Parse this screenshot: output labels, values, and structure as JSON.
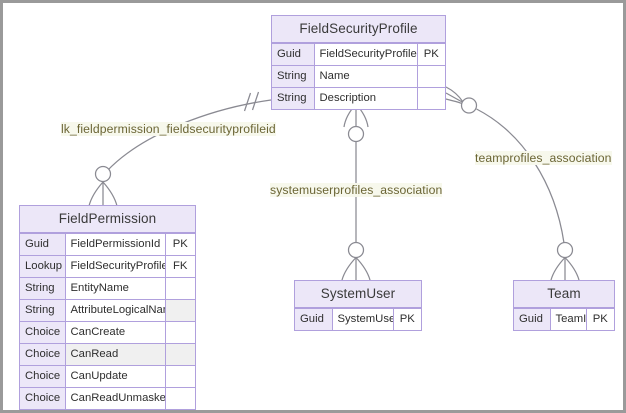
{
  "diagram": {
    "kind": "er-diagram",
    "canvas_background": "#ffffff",
    "frame_color": "#9a9a9a",
    "entity_border_color": "#b0a0dd",
    "entity_header_fill": "#ece7f8",
    "connector_color": "#8a8a92",
    "label_color": "#6b6535",
    "label_background": "#f7f8ec"
  },
  "entities": {
    "field_security_profile": {
      "title": "FieldSecurityProfile",
      "rows": [
        {
          "type": "Guid",
          "name": "FieldSecurityProfileId",
          "key": "PK"
        },
        {
          "type": "String",
          "name": "Name",
          "key": ""
        },
        {
          "type": "String",
          "name": "Description",
          "key": ""
        }
      ]
    },
    "field_permission": {
      "title": "FieldPermission",
      "rows": [
        {
          "type": "Guid",
          "name": "FieldPermissionId",
          "key": "PK"
        },
        {
          "type": "Lookup",
          "name": "FieldSecurityProfileId",
          "key": "FK"
        },
        {
          "type": "String",
          "name": "EntityName",
          "key": ""
        },
        {
          "type": "String",
          "name": "AttributeLogicalName",
          "key": ""
        },
        {
          "type": "Choice",
          "name": "CanCreate",
          "key": ""
        },
        {
          "type": "Choice",
          "name": "CanRead",
          "key": ""
        },
        {
          "type": "Choice",
          "name": "CanUpdate",
          "key": ""
        },
        {
          "type": "Choice",
          "name": "CanReadUnmasked",
          "key": ""
        }
      ]
    },
    "system_user": {
      "title": "SystemUser",
      "rows": [
        {
          "type": "Guid",
          "name": "SystemUserId",
          "key": "PK"
        }
      ]
    },
    "team": {
      "title": "Team",
      "rows": [
        {
          "type": "Guid",
          "name": "TeamID",
          "key": "PK"
        }
      ]
    }
  },
  "relationships": [
    {
      "id": "lk-fieldpermission",
      "label": "lk_fieldpermission_fieldsecurityprofileid",
      "from": "FieldSecurityProfile",
      "to": "FieldPermission",
      "from_cardinality": "one-and-only-one",
      "to_cardinality": "zero-or-many"
    },
    {
      "id": "systemuserprofiles",
      "label": "systemuserprofiles_association",
      "from": "FieldSecurityProfile",
      "to": "SystemUser",
      "from_cardinality": "zero-or-many",
      "to_cardinality": "zero-or-many"
    },
    {
      "id": "teamprofiles",
      "label": "teamprofiles_association",
      "from": "FieldSecurityProfile",
      "to": "Team",
      "from_cardinality": "zero-or-many",
      "to_cardinality": "zero-or-many"
    }
  ]
}
